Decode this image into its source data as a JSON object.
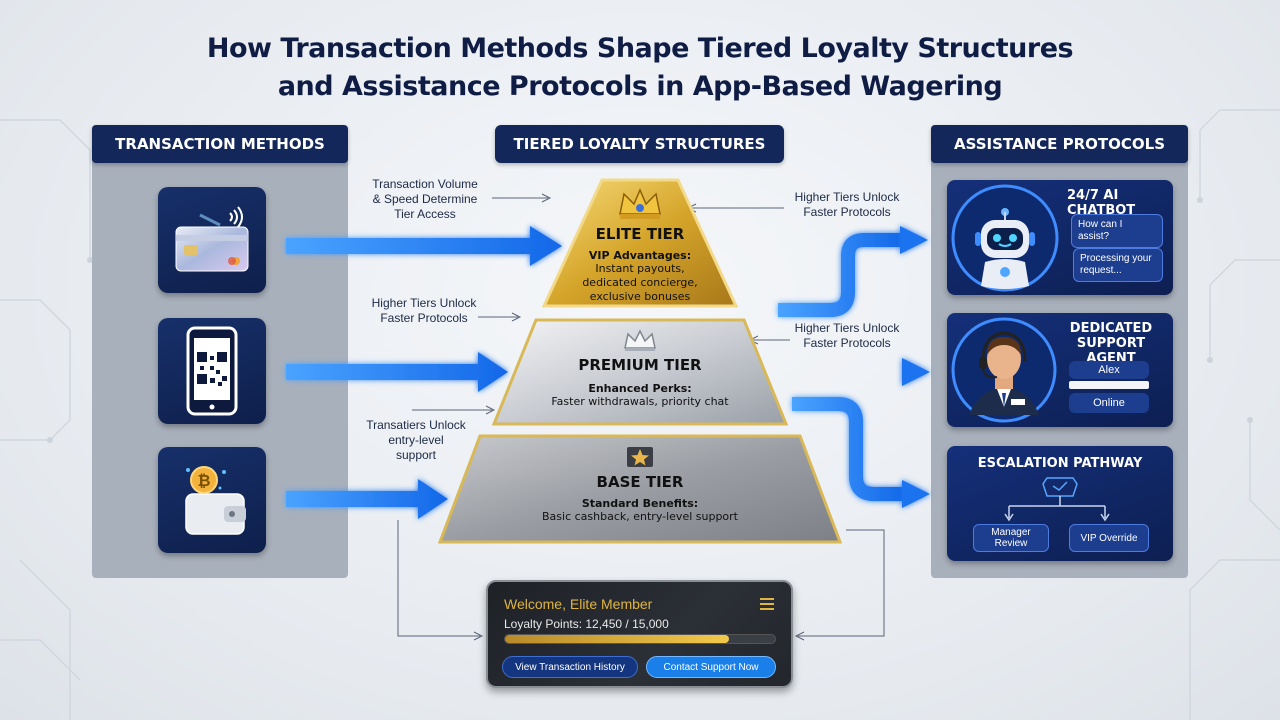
{
  "title": {
    "line1": "How Transaction Methods Shape Tiered Loyalty Structures",
    "line2": "and Assistance Protocols in App-Based Wagering"
  },
  "columns": {
    "transaction": "TRANSACTION METHODS",
    "loyalty": "TIERED LOYALTY STRUCTURES",
    "assistance": "ASSISTANCE PROTOCOLS"
  },
  "methods": [
    {
      "icon": "credit-card-icon"
    },
    {
      "icon": "smartphone-qr-icon"
    },
    {
      "icon": "crypto-wallet-icon"
    }
  ],
  "tiers": {
    "elite": {
      "name": "ELITE TIER",
      "subtitle": "VIP Advantages:",
      "desc_line1": "Instant payouts,",
      "desc_line2": "dedicated concierge,",
      "desc_line3": "exclusive bonuses",
      "icon": "crown-icon",
      "color": "#d4a52a"
    },
    "premium": {
      "name": "PREMIUM TIER",
      "subtitle": "Enhanced Perks:",
      "desc": "Faster withdrawals, priority chat",
      "icon": "silver-crown-icon",
      "color": "#c9ccd2"
    },
    "base": {
      "name": "BASE TIER",
      "subtitle": "Standard Benefits:",
      "desc": "Basic cashback, entry-level support",
      "icon": "bronze-star-icon",
      "color": "#9a9da3"
    }
  },
  "annotations": {
    "a1_line1": "Transaction Volume",
    "a1_line2": "& Speed Determine",
    "a1_line3": "Tier Access",
    "a2_line1": "Higher Tiers Unlock",
    "a2_line2": "Faster Protocols",
    "a3_line1": "Transatiers Unlock",
    "a3_line2": "entry-level",
    "a3_line3": "support",
    "a4_line1": "Higher Tiers Unlock",
    "a4_line2": "Faster Protocols",
    "a5_line1": "Higher Tiers Unlock",
    "a5_line2": "Faster Protocols"
  },
  "assistance": {
    "chatbot": {
      "title": "24/7 AI CHATBOT",
      "bubble1": "How can I assist?",
      "bubble2_line1": "Processing your",
      "bubble2_line2": "request..."
    },
    "agent": {
      "title_line1": "DEDICATED",
      "title_line2": "SUPPORT AGENT",
      "name": "Alex",
      "status": "Online"
    },
    "escalation": {
      "title": "ESCALATION PATHWAY",
      "left_line1": "Manager",
      "left_line2": "Review",
      "right": "VIP Override"
    }
  },
  "dashboard": {
    "welcome": "Welcome, Elite Member",
    "points_text": "Loyalty Points: 12,450 / 15,000",
    "points_current": 12450,
    "points_max": 15000,
    "btn_history": "View Transaction History",
    "btn_support": "Contact Support Now"
  },
  "colors": {
    "navy": "#13275a",
    "arrow_blue": "#1f7cf2",
    "gold": "#e0b43f"
  }
}
